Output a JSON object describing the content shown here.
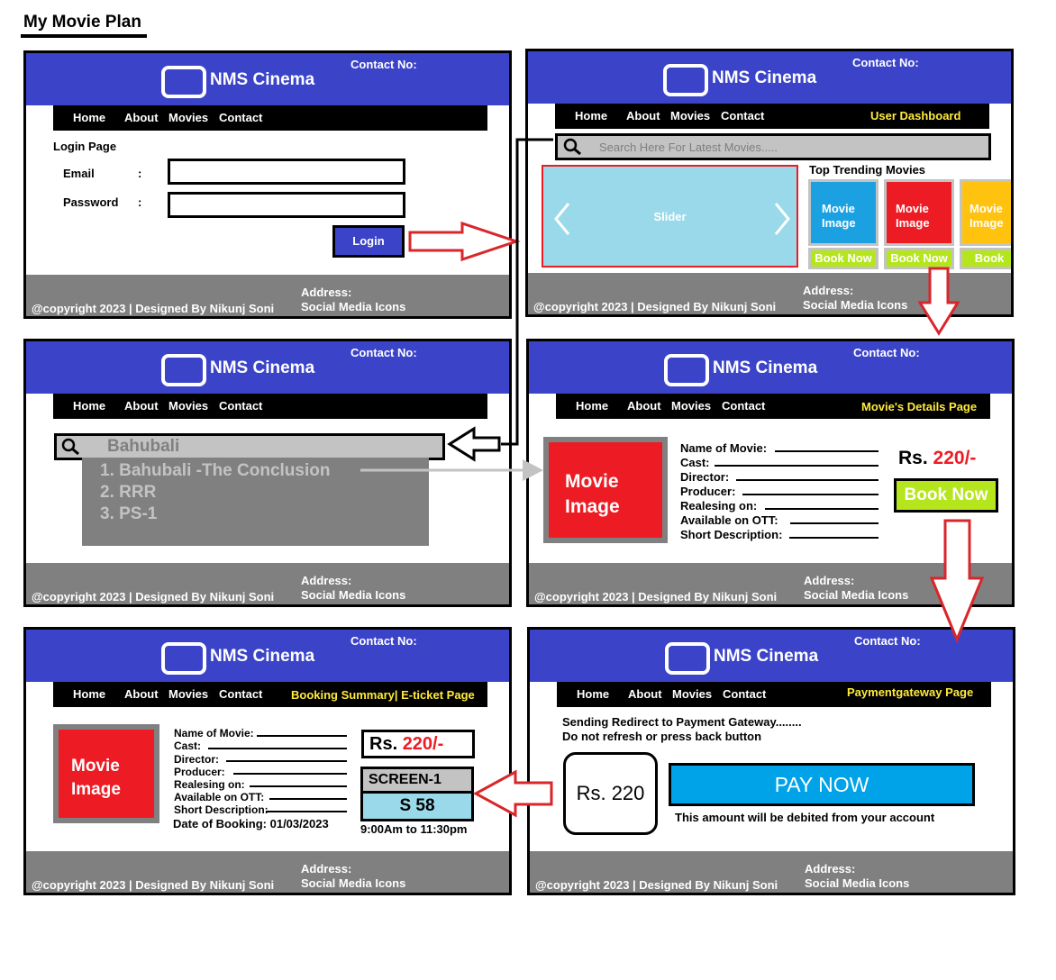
{
  "plan_title": "My Movie Plan",
  "common": {
    "brand": "NMS Cinema",
    "contact": "Contact No:",
    "nav": [
      "Home",
      "About",
      "Movies",
      "Contact"
    ],
    "copyright": "@copyright 2023 | Designed By Nikunj Soni",
    "address": "Address:",
    "social": "Social Media Icons"
  },
  "login": {
    "page_title": "Login Page",
    "email_label": "Email",
    "password_label": "Password",
    "colon": ":",
    "login_button": "Login"
  },
  "dashboard": {
    "page_label": "User Dashboard",
    "search_placeholder": "Search Here For Latest Movies.....",
    "slider": "Slider",
    "trending_title": "Top Trending Movies",
    "cards": [
      {
        "label": "Movie Image",
        "color": "#1ba1e2"
      },
      {
        "label": "Movie Image",
        "color": "#ed1c24"
      },
      {
        "label": "Movie Image",
        "color": "#ffc20e"
      }
    ],
    "book_now": "Book Now",
    "book_short": "Book"
  },
  "search": {
    "query": "Bahubali",
    "results": [
      "1. Bahubali -The Conclusion",
      "2. RRR",
      "3. PS-1"
    ]
  },
  "details": {
    "page_label": "Movie's Details Page",
    "movie_image": "Movie Image",
    "fields": [
      "Name of Movie:",
      "Cast:",
      "Director:",
      "Producer:",
      "Realesing on:",
      "Available on OTT:",
      "Short Description:"
    ],
    "price_prefix": "Rs.",
    "price_value": "220/-",
    "book_now": "Book Now"
  },
  "payment": {
    "page_label": "Paymentgateway Page",
    "redirect_line1": "Sending Redirect to Payment Gateway........",
    "redirect_line2": "Do not refresh or press back button",
    "amount": "Rs. 220",
    "pay_now": "PAY NOW",
    "debit_note": "This amount will be debited from your account"
  },
  "summary": {
    "page_label": "Booking Summary| E-ticket Page",
    "movie_image": "Movie Image",
    "fields": [
      "Name of Movie:",
      "Cast:",
      "Director:",
      "Producer:",
      "Realesing on:",
      "Available on OTT:",
      "Short Description:"
    ],
    "date_of_booking": "Date of Booking: 01/03/2023",
    "price_prefix": "Rs.",
    "price_value": "220/-",
    "screen": "SCREEN-1",
    "seat": "S 58",
    "time": "9:00Am to 11:30pm"
  },
  "colors": {
    "header": "#3b44c8",
    "footer": "#808080",
    "slider": "#99d9ea",
    "book_button": "#b5e61d",
    "pay_button": "#00a2e8",
    "price_red": "#ed1c24",
    "page_label": "#ffeb3b",
    "flow_arrow": "#d9262b"
  }
}
